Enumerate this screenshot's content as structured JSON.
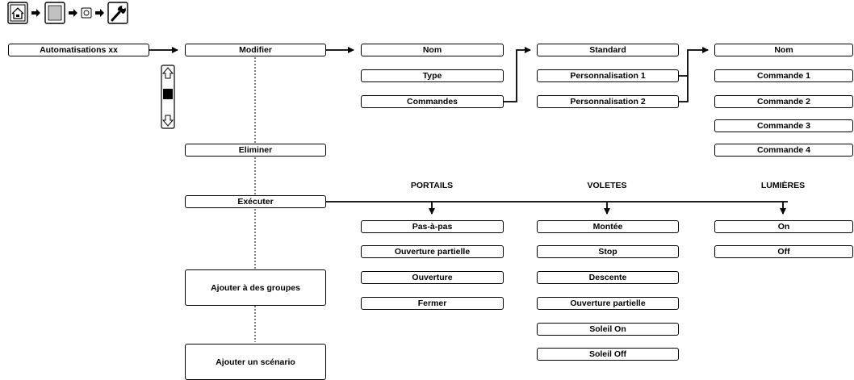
{
  "nav": {
    "icons": [
      "home-icon",
      "menu-grid-icon",
      "settings-small-icon",
      "wrench-icon"
    ]
  },
  "automations": "Automatisations xx",
  "menu": {
    "modifier": "Modifier",
    "eliminer": "Eliminer",
    "executer": "Exécuter",
    "ajouter_groupes": "Ajouter à des groupes",
    "ajouter_scenario": "Ajouter un scénario"
  },
  "modifier_options": [
    "Nom",
    "Type",
    "Commandes"
  ],
  "type_options": [
    "Standard",
    "Personnalisation 1",
    "Personnalisation 2"
  ],
  "custom_options": [
    "Nom",
    "Commande 1",
    "Commande 2",
    "Commande 3",
    "Commande 4"
  ],
  "categories": {
    "portails": {
      "title": "PORTAILS",
      "actions": [
        "Pas-à-pas",
        "Ouverture partielle",
        "Ouverture",
        "Fermer"
      ]
    },
    "voletes": {
      "title": "VOLETES",
      "actions": [
        "Montée",
        "Stop",
        "Descente",
        "Ouverture partielle",
        "Soleil On",
        "Soleil Off"
      ]
    },
    "lumieres": {
      "title": "LUMIÈRES",
      "actions": [
        "On",
        "Off"
      ]
    }
  }
}
